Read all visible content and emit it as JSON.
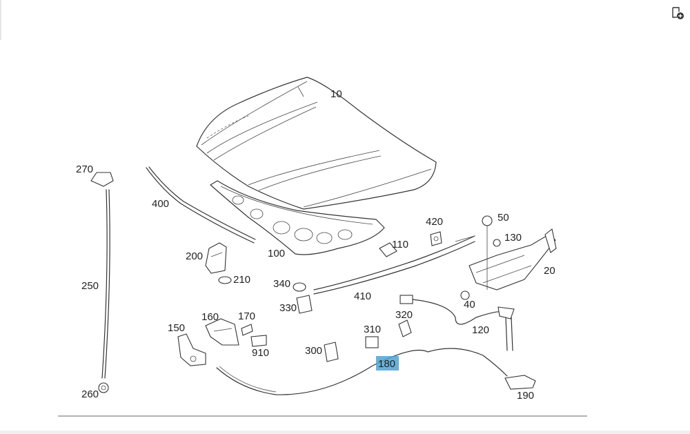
{
  "toolbar": {
    "icon": "add-to-cart-icon"
  },
  "diagram": {
    "highlighted_label": "180",
    "labels": [
      {
        "id": "10",
        "text": "10"
      },
      {
        "id": "20",
        "text": "20"
      },
      {
        "id": "40",
        "text": "40"
      },
      {
        "id": "50",
        "text": "50"
      },
      {
        "id": "100",
        "text": "100"
      },
      {
        "id": "110",
        "text": "110"
      },
      {
        "id": "120",
        "text": "120"
      },
      {
        "id": "130",
        "text": "130"
      },
      {
        "id": "150",
        "text": "150"
      },
      {
        "id": "160",
        "text": "160"
      },
      {
        "id": "170",
        "text": "170"
      },
      {
        "id": "180",
        "text": "180"
      },
      {
        "id": "190",
        "text": "190"
      },
      {
        "id": "200",
        "text": "200"
      },
      {
        "id": "210",
        "text": "210"
      },
      {
        "id": "250",
        "text": "250"
      },
      {
        "id": "260",
        "text": "260"
      },
      {
        "id": "270",
        "text": "270"
      },
      {
        "id": "300",
        "text": "300"
      },
      {
        "id": "310",
        "text": "310"
      },
      {
        "id": "320",
        "text": "320"
      },
      {
        "id": "330",
        "text": "330"
      },
      {
        "id": "340",
        "text": "340"
      },
      {
        "id": "400",
        "text": "400"
      },
      {
        "id": "410",
        "text": "410"
      },
      {
        "id": "420",
        "text": "420"
      },
      {
        "id": "910",
        "text": "910"
      }
    ]
  }
}
